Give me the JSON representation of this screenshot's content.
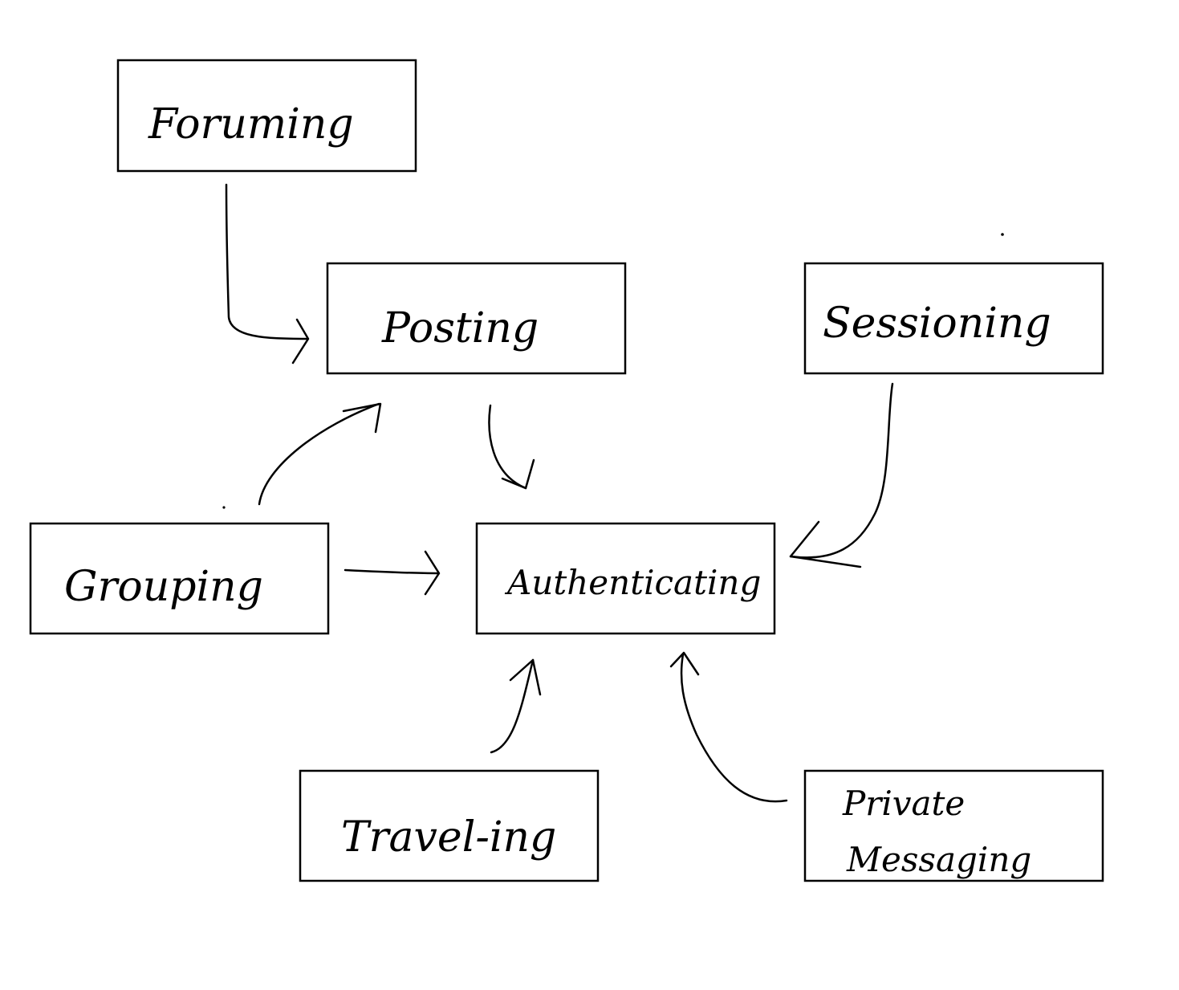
{
  "diagram": {
    "nodes": {
      "forum": "Foruming",
      "posting": "Posting",
      "sessioning": "Sessioning",
      "grouping": "Grouping",
      "authenticating": "Authenticating",
      "traveling": "Travel-ing",
      "private_line1": "Private",
      "private_line2": "Messaging"
    },
    "edges": [
      {
        "from": "Foruming",
        "to": "Posting"
      },
      {
        "from": "Posting",
        "to": "Authenticating"
      },
      {
        "from": "Sessioning",
        "to": "Authenticating"
      },
      {
        "from": "Grouping",
        "to": "Posting"
      },
      {
        "from": "Grouping",
        "to": "Authenticating"
      },
      {
        "from": "Travel-ing",
        "to": "Authenticating"
      },
      {
        "from": "Private Messaging",
        "to": "Authenticating"
      }
    ]
  }
}
